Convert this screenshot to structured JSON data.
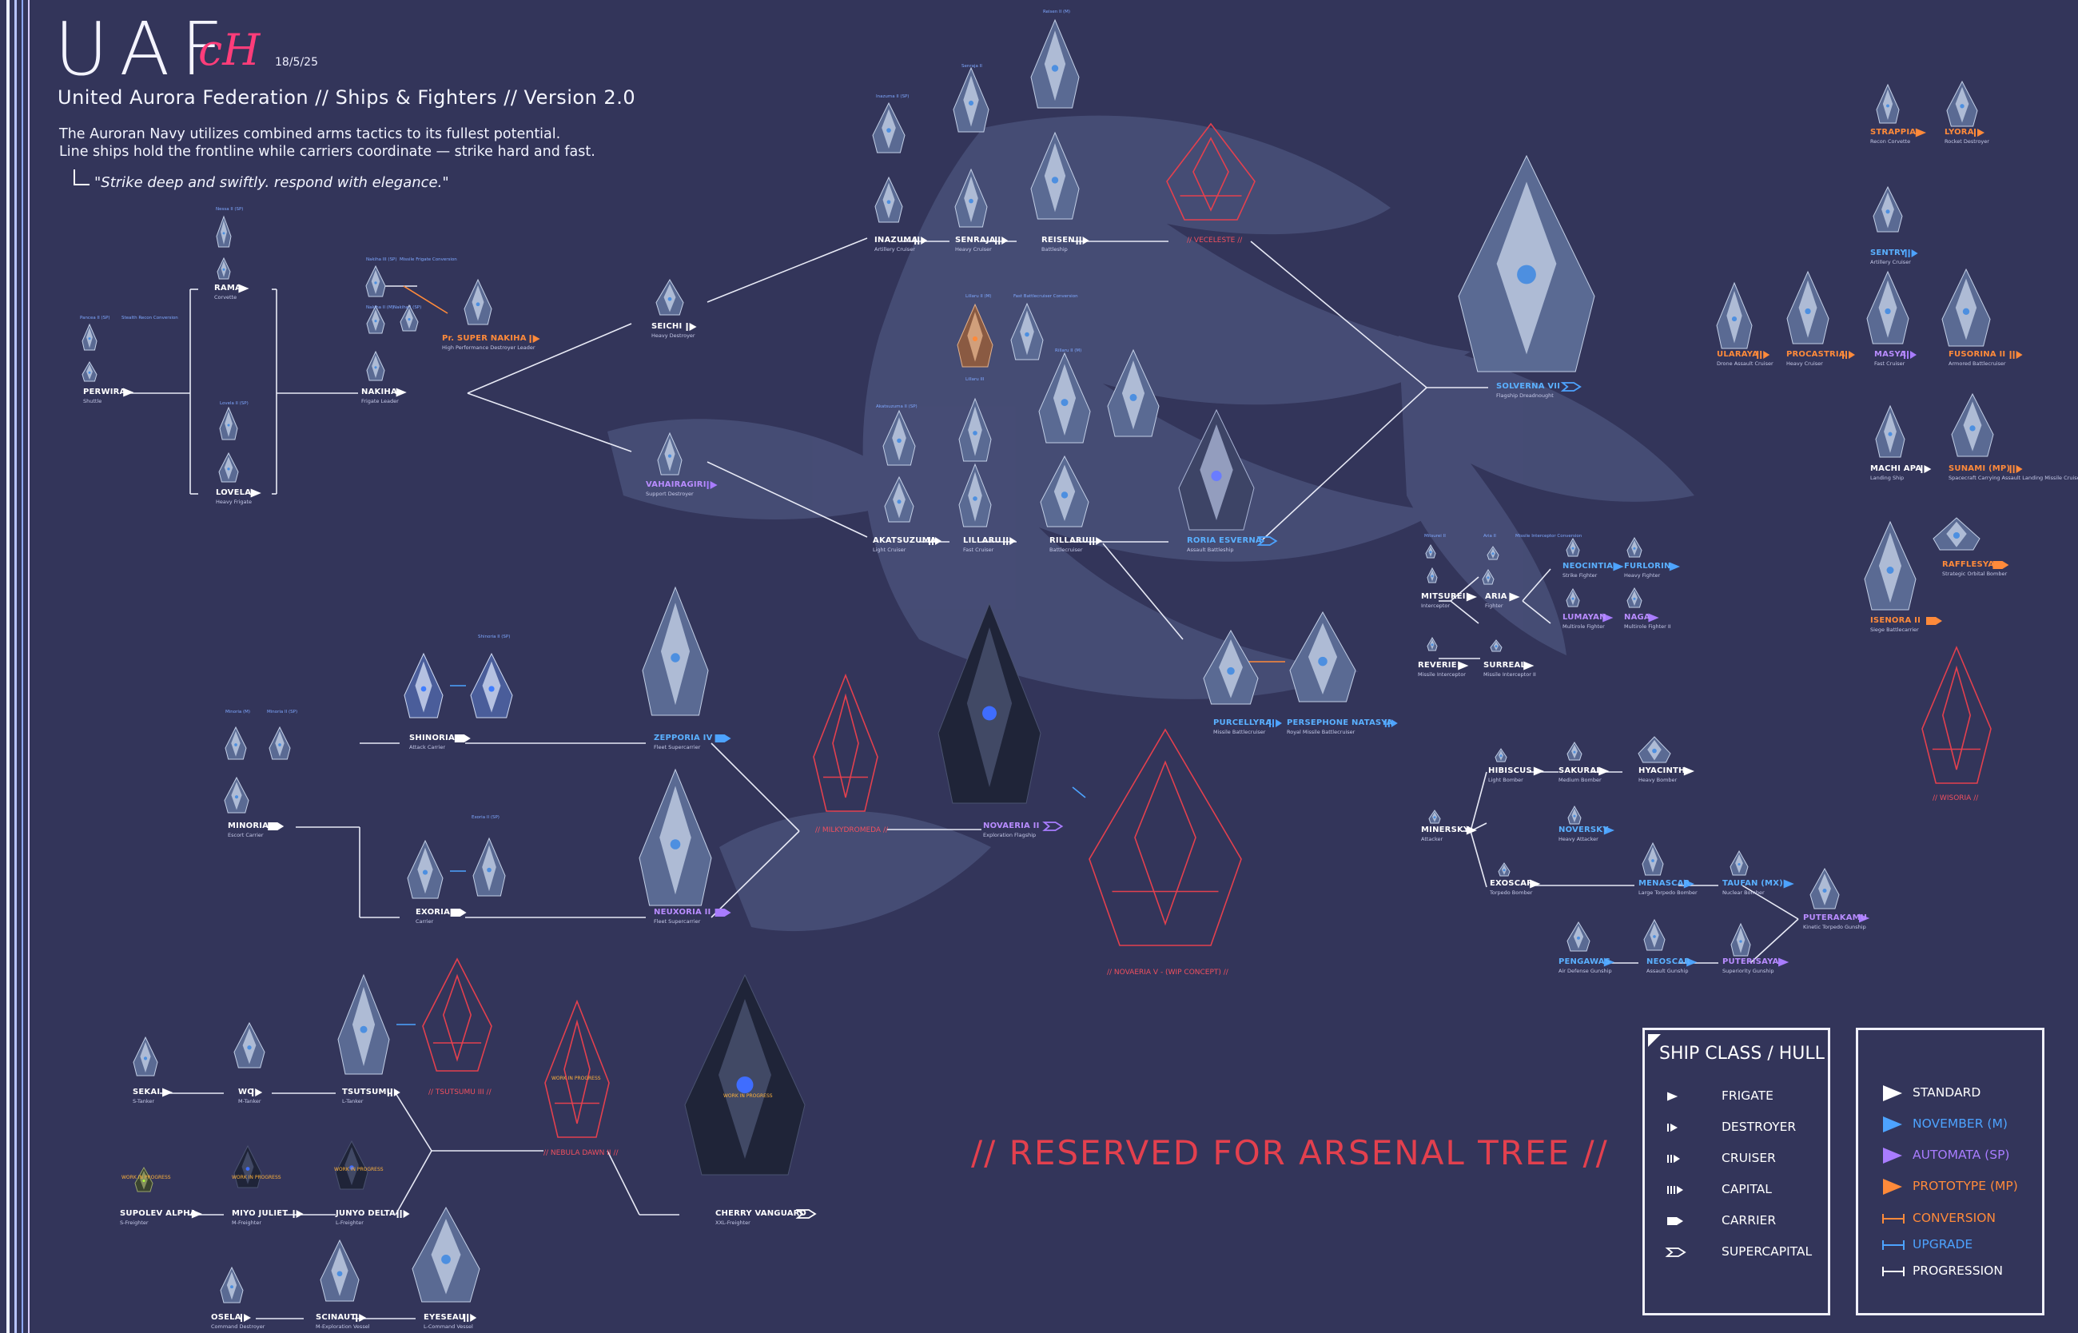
{
  "header": {
    "logo_text": "UAF",
    "signature": "cH",
    "signature_date": "18/5/25",
    "subtitle": "United Aurora Federation // Ships & Fighters // Version 2.0",
    "intro_line1": "The Auroran Navy utilizes combined arms tactics to its fullest potential.",
    "intro_line2": "Line ships hold the frontline while carriers coordinate — strike hard and fast.",
    "quote": "\"Strike deep and swiftly. respond with elegance.\""
  },
  "reserved_label": "// RESERVED FOR ARSENAL TREE //",
  "colors": {
    "background": "#33355a",
    "standard": "#ffffff",
    "november": "#4da3ff",
    "automata": "#a87cff",
    "prototype": "#ff8a3a",
    "concept": "#e3404e",
    "line": "#e8eaf6"
  },
  "ships": [
    {
      "id": "rama",
      "name": "RAMA",
      "role": "Corvette",
      "color": "standard",
      "cls": "frigate"
    },
    {
      "id": "perwira",
      "name": "PERWIRA",
      "role": "Shuttle",
      "color": "standard",
      "cls": "frigate"
    },
    {
      "id": "lovela",
      "name": "LOVELA",
      "role": "Heavy Frigate",
      "color": "standard",
      "cls": "frigate"
    },
    {
      "id": "nakiha",
      "name": "NAKIHA",
      "role": "Frigate Leader",
      "color": "standard",
      "cls": "frigate"
    },
    {
      "id": "supernakiha",
      "name": "Pr. SUPER NAKIHA",
      "role": "High Performance Destroyer Leader",
      "color": "prototype",
      "cls": "destroyer"
    },
    {
      "id": "seichi",
      "name": "SEICHI",
      "role": "Heavy Destroyer",
      "color": "standard",
      "cls": "destroyer"
    },
    {
      "id": "vahairagiri",
      "name": "VAHAIRAGIRI",
      "role": "Support Destroyer",
      "color": "automata",
      "cls": "destroyer"
    },
    {
      "id": "inazuma",
      "name": "INAZUMA",
      "role": "Artillery Cruiser",
      "color": "standard",
      "cls": "cruiser"
    },
    {
      "id": "senraja",
      "name": "SENRAJA",
      "role": "Heavy Cruiser",
      "color": "standard",
      "cls": "cruiser"
    },
    {
      "id": "reisen",
      "name": "REISEN",
      "role": "Battleship",
      "color": "standard",
      "cls": "cruiser"
    },
    {
      "id": "akatsuzuma",
      "name": "AKATSUZUMA",
      "role": "Light Cruiser",
      "color": "standard",
      "cls": "cruiser"
    },
    {
      "id": "lillaru",
      "name": "LILLARU",
      "role": "Fast Cruiser",
      "color": "standard",
      "cls": "cruiser"
    },
    {
      "id": "rillaru",
      "name": "RILLARU",
      "role": "Battlecruiser",
      "color": "standard",
      "cls": "cruiser"
    },
    {
      "id": "roriaesverna",
      "name": "RORIA ESVERNA",
      "role": "Assault Battleship",
      "color": "november",
      "cls": "supercapital"
    },
    {
      "id": "solverna",
      "name": "SOLVERNA VII",
      "role": "Flagship Dreadnought",
      "color": "november",
      "cls": "supercapital"
    },
    {
      "id": "purcellyra",
      "name": "PURCELLYRA",
      "role": "Missile Battlecruiser",
      "color": "november",
      "cls": "cruiser"
    },
    {
      "id": "persephone",
      "name": "PERSEPHONE NATASYA",
      "role": "Royal Missile Battlecruiser",
      "color": "november",
      "cls": "cruiser"
    },
    {
      "id": "minoria",
      "name": "MINORIA",
      "role": "Escort Carrier",
      "color": "standard",
      "cls": "carrier"
    },
    {
      "id": "shinoria",
      "name": "SHINORIA",
      "role": "Attack Carrier",
      "color": "standard",
      "cls": "carrier"
    },
    {
      "id": "exoria",
      "name": "EXORIA",
      "role": "Carrier",
      "color": "standard",
      "cls": "carrier"
    },
    {
      "id": "zepporia",
      "name": "ZEPPORIA IV",
      "role": "Fleet Supercarrier",
      "color": "november",
      "cls": "carrier"
    },
    {
      "id": "neuxoria",
      "name": "NEUXORIA II",
      "role": "Fleet Supercarrier",
      "color": "automata",
      "cls": "carrier"
    },
    {
      "id": "novaeria",
      "name": "NOVAERIA II",
      "role": "Exploration Flagship",
      "color": "automata",
      "cls": "supercapital"
    },
    {
      "id": "ulaaraya",
      "name": "ULARAYA",
      "role": "Drone Assault Cruiser",
      "color": "prototype",
      "cls": "cruiser"
    },
    {
      "id": "procastria",
      "name": "PROCASTRIA",
      "role": "Heavy Cruiser",
      "color": "prototype",
      "cls": "cruiser"
    },
    {
      "id": "masya",
      "name": "MASYA",
      "role": "Fast Cruiser",
      "color": "automata",
      "cls": "cruiser"
    },
    {
      "id": "fusorina",
      "name": "FUSORINA II",
      "role": "Armored Battlecruiser",
      "color": "prototype",
      "cls": "cruiser"
    },
    {
      "id": "strappia",
      "name": "STRAPPIA",
      "role": "Recon Corvette",
      "color": "prototype",
      "cls": "frigate"
    },
    {
      "id": "lyora",
      "name": "LYORA",
      "role": "Rocket Destroyer",
      "color": "prototype",
      "cls": "destroyer"
    },
    {
      "id": "sentry",
      "name": "SENTRY",
      "role": "Artillery Cruiser",
      "color": "november",
      "cls": "cruiser"
    },
    {
      "id": "machiapa",
      "name": "MACHI APA",
      "role": "Landing Ship",
      "color": "standard",
      "cls": "destroyer"
    },
    {
      "id": "sunami",
      "name": "SUNAMI (MP)",
      "role": "Spacecraft Carrying Assault Landing Missile Cruiser",
      "color": "prototype",
      "cls": "cruiser"
    },
    {
      "id": "isenora",
      "name": "ISENORA II",
      "role": "Siege Battlecarrier",
      "color": "prototype",
      "cls": "carrier"
    },
    {
      "id": "rafflesya",
      "name": "RAFFLESYA",
      "role": "Strategic Orbital Bomber",
      "color": "prototype",
      "cls": "carrier"
    },
    {
      "id": "mitsurei",
      "name": "MITSUREI",
      "role": "Interceptor",
      "color": "standard",
      "cls": "frigate"
    },
    {
      "id": "aria",
      "name": "ARIA",
      "role": "Fighter",
      "color": "standard",
      "cls": "frigate"
    },
    {
      "id": "neocintia",
      "name": "NEOCINTIA",
      "role": "Strike Fighter",
      "color": "november",
      "cls": "frigate"
    },
    {
      "id": "furlorin",
      "name": "FURLORIN",
      "role": "Heavy Fighter",
      "color": "november",
      "cls": "frigate"
    },
    {
      "id": "lumayan",
      "name": "LUMAYAN",
      "role": "Multirole Fighter",
      "color": "automata",
      "cls": "frigate"
    },
    {
      "id": "naga",
      "name": "NAGA",
      "role": "Multirole Fighter II",
      "color": "automata",
      "cls": "frigate"
    },
    {
      "id": "reverie",
      "name": "REVERIE",
      "role": "Missile Interceptor",
      "color": "standard",
      "cls": "frigate"
    },
    {
      "id": "surreal",
      "name": "SURREAL",
      "role": "Missile Interceptor II",
      "color": "standard",
      "cls": "frigate"
    },
    {
      "id": "hibiscus",
      "name": "HIBISCUS",
      "role": "Light Bomber",
      "color": "standard",
      "cls": "frigate"
    },
    {
      "id": "sakurai",
      "name": "SAKURAI",
      "role": "Medium Bomber",
      "color": "standard",
      "cls": "frigate"
    },
    {
      "id": "hyacinth",
      "name": "HYACINTH",
      "role": "Heavy Bomber",
      "color": "standard",
      "cls": "frigate"
    },
    {
      "id": "minersky",
      "name": "MINERSKY",
      "role": "Attacker",
      "color": "standard",
      "cls": "frigate"
    },
    {
      "id": "noversky",
      "name": "NOVERSKY",
      "role": "Heavy Attacker",
      "color": "november",
      "cls": "frigate"
    },
    {
      "id": "exoscar",
      "name": "EXOSCAR",
      "role": "Torpedo Bomber",
      "color": "standard",
      "cls": "frigate"
    },
    {
      "id": "menascar",
      "name": "MENASCAR",
      "role": "Large Torpedo Bomber",
      "color": "november",
      "cls": "frigate"
    },
    {
      "id": "taufan",
      "name": "TAUFAN (MX)",
      "role": "Nuclear Bomber",
      "color": "november",
      "cls": "frigate"
    },
    {
      "id": "puterakamu",
      "name": "PUTERAKAMU",
      "role": "Kinetic Torpedo Gunship",
      "color": "automata",
      "cls": "frigate"
    },
    {
      "id": "pengawas",
      "name": "PENGAWAS",
      "role": "Air Defense Gunship",
      "color": "november",
      "cls": "frigate"
    },
    {
      "id": "neoscar",
      "name": "NEOSCAR",
      "role": "Assault Gunship",
      "color": "november",
      "cls": "frigate"
    },
    {
      "id": "puterisaya",
      "name": "PUTERISAYA",
      "role": "Superiority Gunship",
      "color": "automata",
      "cls": "frigate"
    },
    {
      "id": "sekai",
      "name": "SEKAI",
      "role": "S-Tanker",
      "color": "standard",
      "cls": "frigate"
    },
    {
      "id": "wo",
      "name": "WO",
      "role": "M-Tanker",
      "color": "standard",
      "cls": "destroyer"
    },
    {
      "id": "tsutsumu",
      "name": "TSUTSUMU",
      "role": "L-Tanker",
      "color": "standard",
      "cls": "cruiser"
    },
    {
      "id": "supolev",
      "name": "SUPOLEV ALPHA",
      "role": "S-Freighter",
      "color": "standard",
      "cls": "frigate"
    },
    {
      "id": "miyojuliet",
      "name": "MIYO JULIET",
      "role": "M-Freighter",
      "color": "standard",
      "cls": "destroyer"
    },
    {
      "id": "junyodelta",
      "name": "JUNYO DELTA",
      "role": "L-Freighter",
      "color": "standard",
      "cls": "cruiser"
    },
    {
      "id": "cherryvanguard",
      "name": "CHERRY VANGUARD",
      "role": "XXL-Freighter",
      "color": "standard",
      "cls": "supercapital"
    },
    {
      "id": "osela",
      "name": "OSELA",
      "role": "Command Destroyer",
      "color": "standard",
      "cls": "destroyer"
    },
    {
      "id": "scinaut",
      "name": "SCINAUT",
      "role": "M-Exploration Vessel",
      "color": "standard",
      "cls": "destroyer"
    },
    {
      "id": "eyeseau",
      "name": "EYESEAU",
      "role": "L-Command Vessel",
      "color": "standard",
      "cls": "cruiser"
    }
  ],
  "concepts": [
    {
      "id": "veceleste",
      "label": "// VECELESTE //"
    },
    {
      "id": "milkydromeda",
      "label": "// MILKYDROMEDA //"
    },
    {
      "id": "novaeria_v",
      "label": "// NOVAERIA V - (WIP CONCEPT) //"
    },
    {
      "id": "tsutsumu_ii",
      "label": "// TSUTSUMU III //"
    },
    {
      "id": "nebula_dawn",
      "label": "// NEBULA DAWN II //"
    },
    {
      "id": "wisoria",
      "label": "// WISORIA //"
    }
  ],
  "variants": [
    "Nessa II (SP)",
    "Pancea II (SP)",
    "Stealth Recon Conversion",
    "Lovela II (SP)",
    "Nakiha III (SP)",
    "Missile Frigate Conversion",
    "Nakiha II (M)",
    "Nakiha I (SP)",
    "Reisen II (M)",
    "Senraja II",
    "Inazuma II (SP)",
    "Lillaru II (M)",
    "Fast Battlecruiser Conversion",
    "Rillaru II (M)",
    "Akatsuzuma II (SP)",
    "Lillaru III",
    "Shinoria II (SP)",
    "Minoria (M)",
    "Minoria II (SP)",
    "Exoria II (SP)",
    "Mitsurei II",
    "Aria II",
    "Missile Interceptor Conversion"
  ],
  "wip_label": "WORK IN PROGRESS",
  "legend": {
    "class_title": "SHIP CLASS / HULL",
    "classes": [
      "FRIGATE",
      "DESTROYER",
      "CRUISER",
      "CAPITAL",
      "CARRIER",
      "SUPERCAPITAL"
    ],
    "types": [
      {
        "label": "STANDARD",
        "color": "#ffffff"
      },
      {
        "label": "NOVEMBER (M)",
        "color": "#4da3ff"
      },
      {
        "label": "AUTOMATA (SP)",
        "color": "#a87cff"
      },
      {
        "label": "PROTOTYPE (MP)",
        "color": "#ff8a3a"
      }
    ],
    "links": [
      {
        "label": "CONVERSION",
        "color": "#ff8a3a"
      },
      {
        "label": "UPGRADE",
        "color": "#4da3ff"
      },
      {
        "label": "PROGRESSION",
        "color": "#ffffff"
      }
    ]
  }
}
